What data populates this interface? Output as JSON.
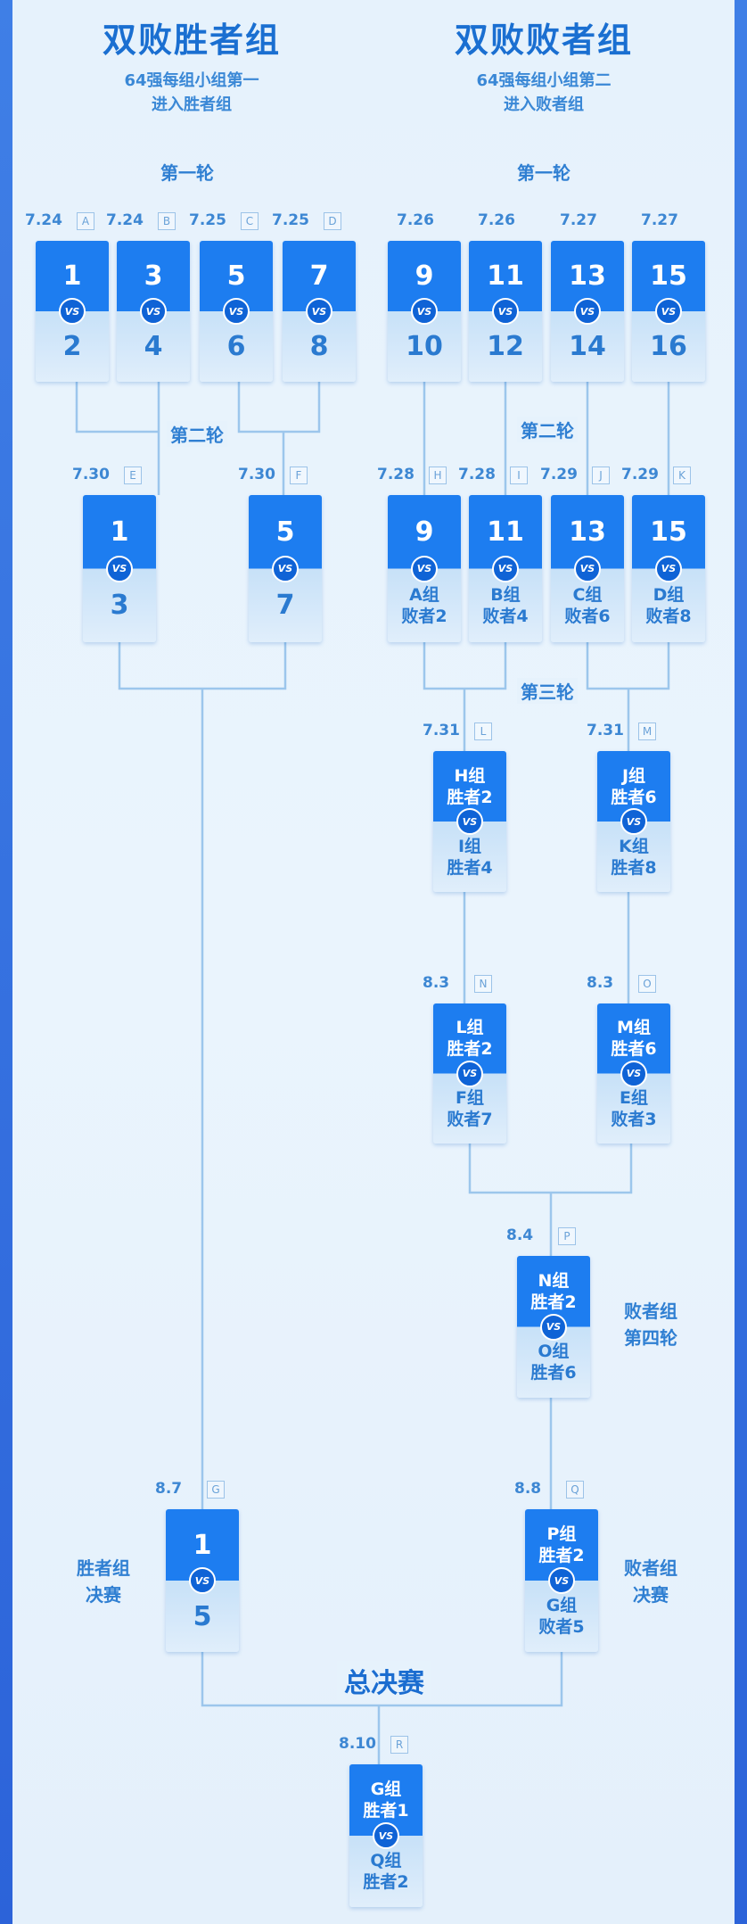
{
  "winners_bracket": {
    "title": "双败胜者组",
    "subtitle": [
      "64强每组小组第一",
      "进入胜者组"
    ],
    "round1_label": "第一轮",
    "round2_label": "第二轮",
    "final_side_label": [
      "胜者组",
      "决赛"
    ]
  },
  "losers_bracket": {
    "title": "双败败者组",
    "subtitle": [
      "64强每组小组第二",
      "进入败者组"
    ],
    "round1_label": "第一轮",
    "round2_label": "第二轮",
    "round3_label": "第三轮",
    "round4_side_label": [
      "败者组",
      "第四轮"
    ],
    "final_side_label": [
      "败者组",
      "决赛"
    ]
  },
  "grand_final_label": "总决赛",
  "vs_text": "VS",
  "colors": {
    "card_top": "#1d7df0",
    "card_bottom": "#d8eafb",
    "line": "#9cc6ec",
    "accent": "#1a6fd1"
  },
  "matches": [
    {
      "id": "A",
      "date": "7.24",
      "top": "1",
      "bottom": "2"
    },
    {
      "id": "B",
      "date": "7.24",
      "top": "3",
      "bottom": "4"
    },
    {
      "id": "C",
      "date": "7.25",
      "top": "5",
      "bottom": "6"
    },
    {
      "id": "D",
      "date": "7.25",
      "top": "7",
      "bottom": "8"
    },
    {
      "id": "",
      "date": "7.26",
      "top": "9",
      "bottom": "10"
    },
    {
      "id": "",
      "date": "7.26",
      "top": "11",
      "bottom": "12"
    },
    {
      "id": "",
      "date": "7.27",
      "top": "13",
      "bottom": "14"
    },
    {
      "id": "",
      "date": "7.27",
      "top": "15",
      "bottom": "16"
    },
    {
      "id": "E",
      "date": "7.30",
      "top": "1",
      "bottom": "3"
    },
    {
      "id": "F",
      "date": "7.30",
      "top": "5",
      "bottom": "7"
    },
    {
      "id": "H",
      "date": "7.28",
      "top": "9",
      "bottom": "A组\n败者2"
    },
    {
      "id": "I",
      "date": "7.28",
      "top": "11",
      "bottom": "B组\n败者4"
    },
    {
      "id": "J",
      "date": "7.29",
      "top": "13",
      "bottom": "C组\n败者6"
    },
    {
      "id": "K",
      "date": "7.29",
      "top": "15",
      "bottom": "D组\n败者8"
    },
    {
      "id": "L",
      "date": "7.31",
      "top": "H组\n胜者2",
      "bottom": "I组\n胜者4"
    },
    {
      "id": "M",
      "date": "7.31",
      "top": "J组\n胜者6",
      "bottom": "K组\n胜者8"
    },
    {
      "id": "N",
      "date": "8.3",
      "top": "L组\n胜者2",
      "bottom": "F组\n败者7"
    },
    {
      "id": "O",
      "date": "8.3",
      "top": "M组\n胜者6",
      "bottom": "E组\n败者3"
    },
    {
      "id": "P",
      "date": "8.4",
      "top": "N组\n胜者2",
      "bottom": "O组\n胜者6"
    },
    {
      "id": "G",
      "date": "8.7",
      "top": "1",
      "bottom": "5"
    },
    {
      "id": "Q",
      "date": "8.8",
      "top": "P组\n胜者2",
      "bottom": "G组\n败者5"
    },
    {
      "id": "R",
      "date": "8.10",
      "top": "G组\n胜者1",
      "bottom": "Q组\n胜者2"
    }
  ]
}
